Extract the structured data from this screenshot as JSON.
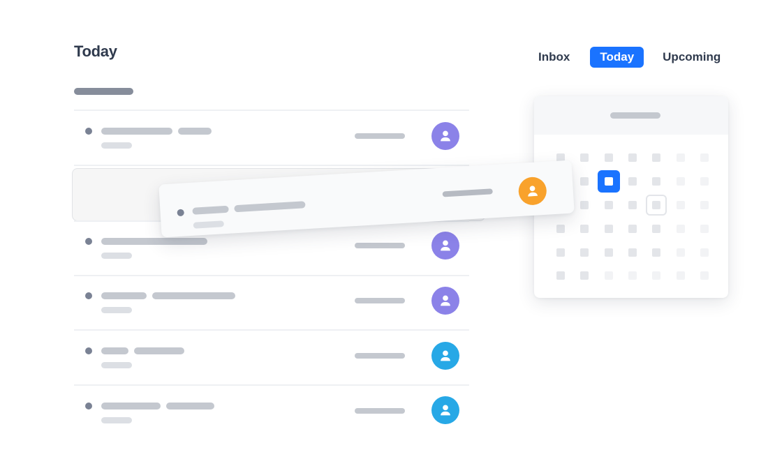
{
  "header": {
    "title": "Today"
  },
  "tabs": [
    {
      "label": "Inbox",
      "active": false
    },
    {
      "label": "Today",
      "active": true
    },
    {
      "label": "Upcoming",
      "active": false
    }
  ],
  "colors": {
    "accent": "#1a73ff",
    "avatar_purple": "#8b82e8",
    "avatar_blue": "#27a8e6",
    "avatar_orange": "#f9a22c"
  },
  "icons": {
    "avatar": "user-icon"
  },
  "task_list": {
    "rows": [
      {
        "avatar_color": "purple"
      },
      {
        "avatar_color": "purple"
      },
      {
        "avatar_color": "purple"
      },
      {
        "avatar_color": "blue"
      },
      {
        "avatar_color": "blue"
      }
    ],
    "dragged_task": {
      "avatar_color": "orange"
    }
  },
  "calendar": {
    "selected_day": "blue",
    "hover_day": "outlined"
  }
}
